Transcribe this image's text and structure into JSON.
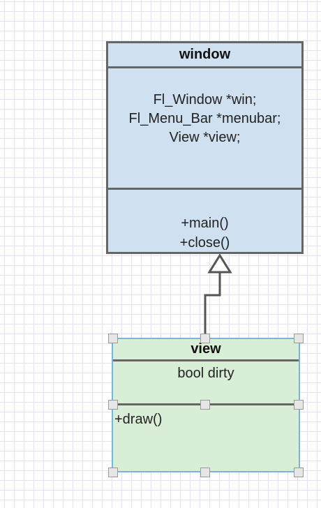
{
  "window_class": {
    "name": "window",
    "attributes": [
      "Fl_Window *win;",
      "Fl_Menu_Bar *menubar;",
      "View *view;"
    ],
    "methods": [
      "+main()",
      "+close()"
    ],
    "fill_color": "#cfe0f1",
    "border_color": "#666666"
  },
  "view_class": {
    "name": "view",
    "attributes": [
      "bool dirty"
    ],
    "methods": [
      "+draw()"
    ],
    "fill_color": "#d9eed6",
    "selection_color": "#7ab4dd"
  },
  "connector": {
    "type": "generalization",
    "from": "view",
    "to": "window"
  }
}
